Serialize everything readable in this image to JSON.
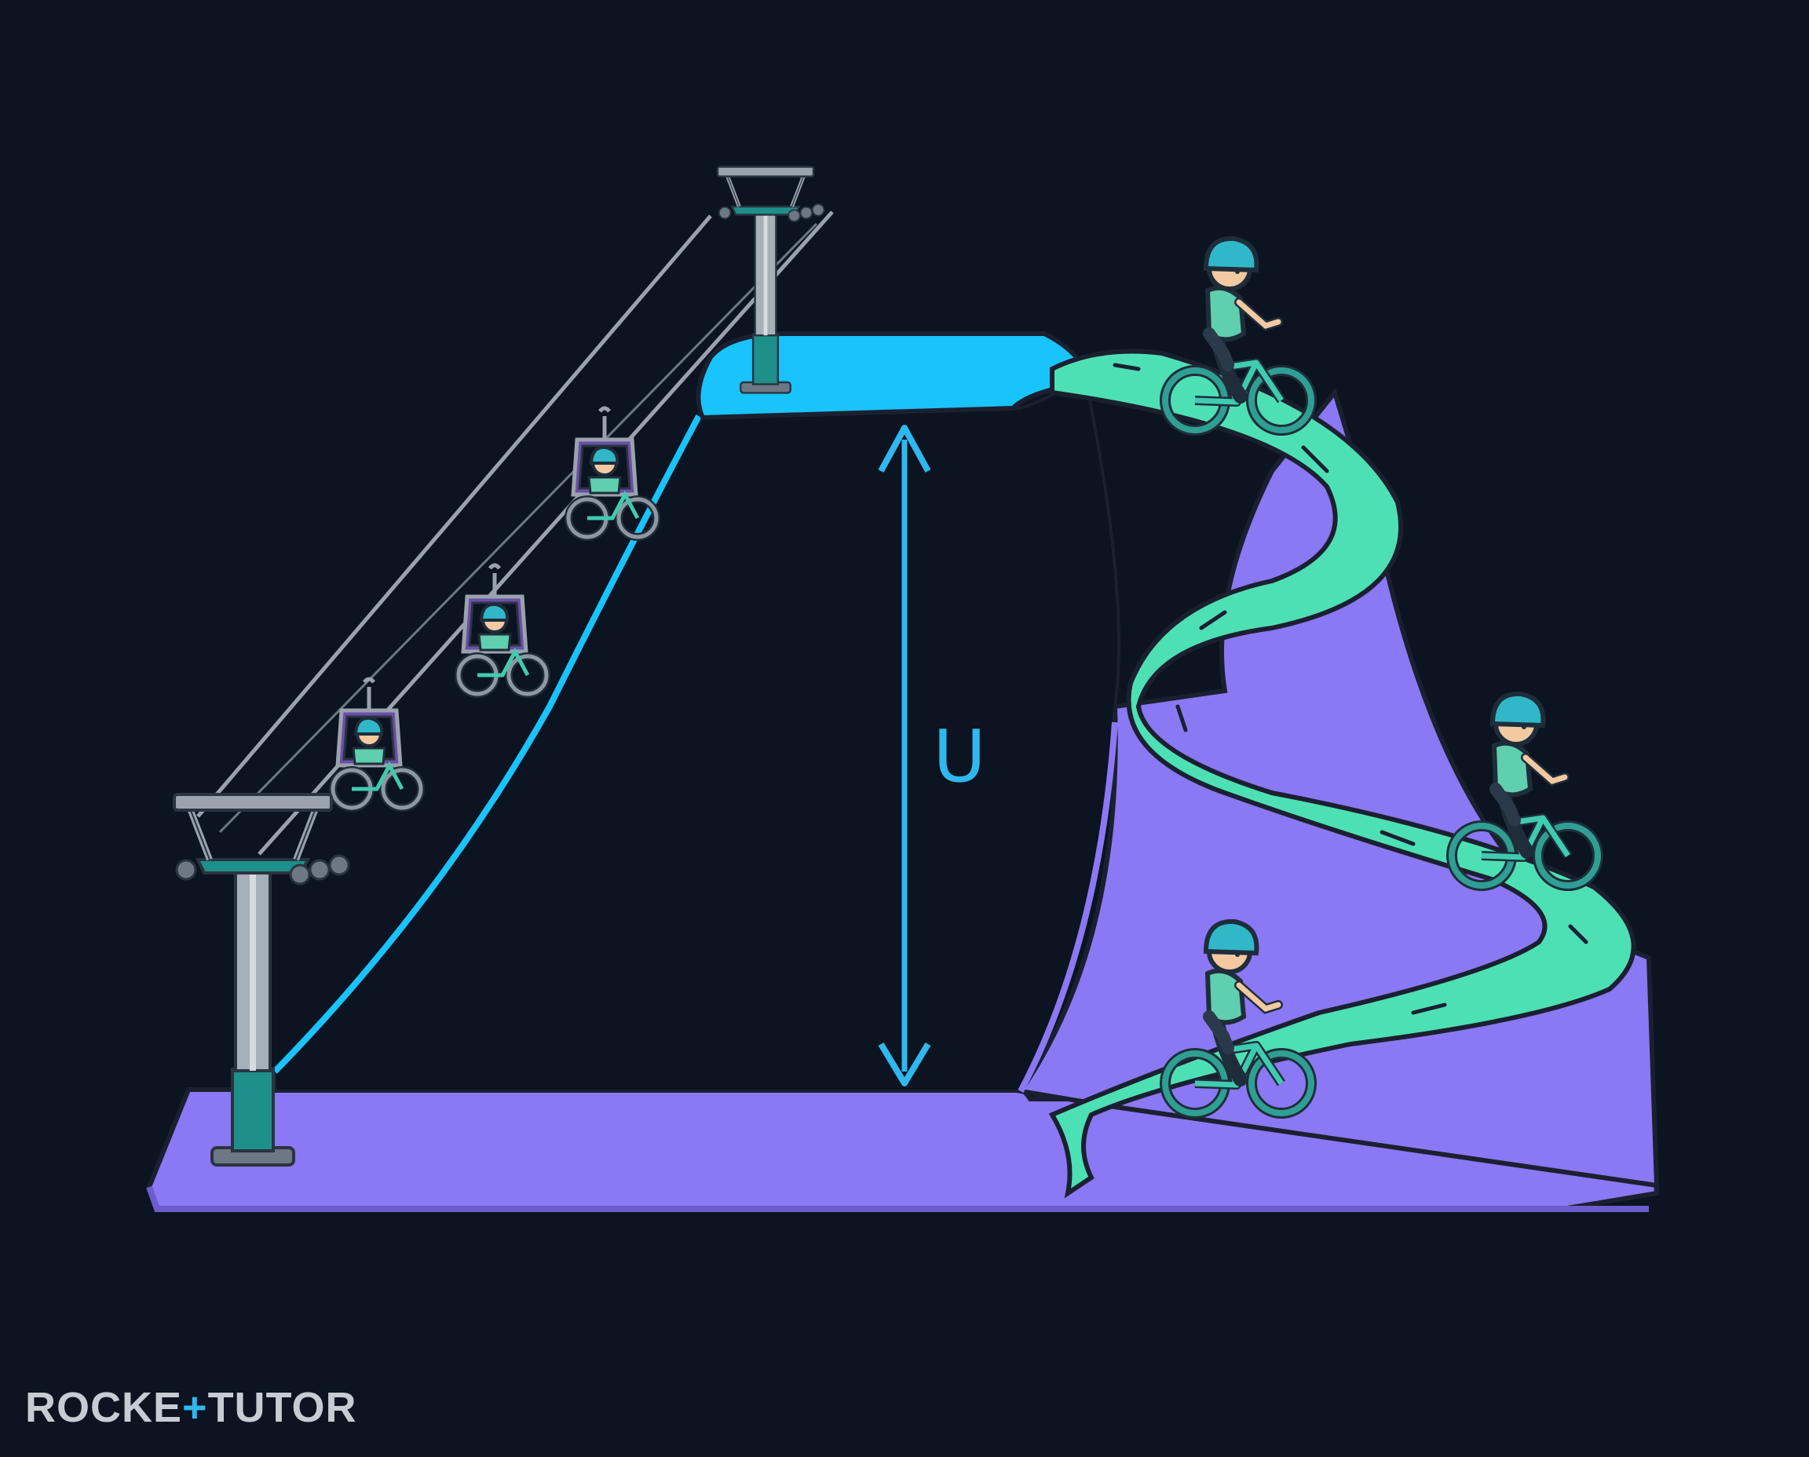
{
  "diagram": {
    "height_label": "U"
  },
  "brand": {
    "part1": "ROCKE",
    "plus": "+",
    "part2": "TUTOR"
  },
  "colors": {
    "background": "#0b1420",
    "hilltop": "#19c3fb",
    "ground": "#8b78f4",
    "trail": "#4ee0b5",
    "cable": "#9aa3ad",
    "tower_base": "#1f8f8b",
    "arrow": "#2fb8f0"
  },
  "icons": {
    "lift_tower_bottom": "chairlift-tower-icon",
    "lift_tower_top": "chairlift-tower-icon",
    "cyclist": "mountain-biker-icon",
    "gondola": "gondola-car-icon"
  }
}
